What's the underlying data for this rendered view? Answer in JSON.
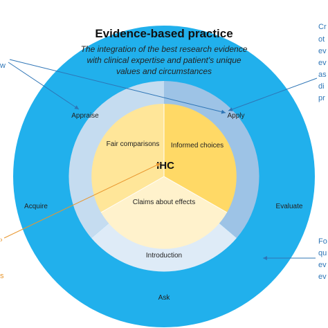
{
  "title": "Evidence-based practice",
  "subtitle_lines": [
    "The integration of the best research evidence",
    "with clinical expertise and patient's unique",
    "values and circumstances"
  ],
  "outer_ring_labels": {
    "appraise": "Appraise",
    "apply": "Apply",
    "acquire": "Acquire",
    "evaluate": "Evaluate",
    "introduction": "Introduction",
    "ask": "Ask"
  },
  "inner_labels": {
    "fair_comparisons": "Fair comparisons",
    "informed_choices": "Informed choices",
    "claims_about_effects": "Claims about effects",
    "center": "IHC"
  },
  "right_text_top": [
    "Cr",
    "ot",
    "ev",
    "ev",
    "as",
    "di",
    "pr"
  ],
  "right_text_bottom": [
    "Fo",
    "qu",
    "ev",
    "ev"
  ],
  "left_text_top": "w",
  "left_text_bottom": "s",
  "colors": {
    "outer_ring": "#21B0EC",
    "middle_ring_light": "#C5DCF0",
    "middle_ring_dark": "#9DC3E6",
    "middle_bottom": "#DEEBF7",
    "inner_left_top": "#FFE699",
    "inner_right": "#FFD966",
    "inner_bottom": "#FFF2CC",
    "blue_text": "#2E75B6",
    "orange": "#E8962E"
  }
}
